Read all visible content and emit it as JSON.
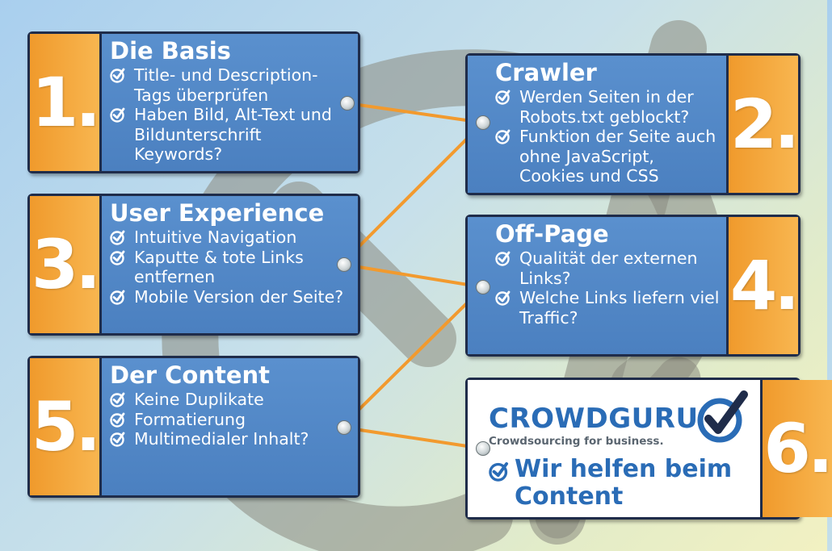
{
  "cards": [
    {
      "number": "1.",
      "title": "Die Basis",
      "items": [
        "Title- und Description-Tags überprüfen",
        "Haben Bild, Alt-Text und Bildunterschrift Keywords?"
      ]
    },
    {
      "number": "2.",
      "title": "Crawler",
      "items": [
        "Werden Seiten in der Robots.txt geblockt?",
        "Funktion der Seite auch ohne JavaScript, Cookies und CSS"
      ]
    },
    {
      "number": "3.",
      "title": "User Experience",
      "items": [
        "Intuitive Navigation",
        "Kaputte & tote Links entfernen",
        "Mobile Version der Seite?"
      ]
    },
    {
      "number": "4.",
      "title": "Off-Page",
      "items": [
        "Qualität der externen Links?",
        "Welche Links liefern viel Traffic?"
      ]
    },
    {
      "number": "5.",
      "title": "Der Content",
      "items": [
        "Keine Duplikate",
        "Formatierung",
        "Multimedialer Inhalt?"
      ]
    },
    {
      "number": "6.",
      "logo_word": "CROWDGURU",
      "logo_tagline": "Crowdsourcing for business.",
      "claim": "Wir helfen beim Content"
    }
  ],
  "colors": {
    "card_blue": "#4f86c6",
    "number_orange": "#f4a63b",
    "border_navy": "#1f2c4a",
    "connector_orange": "#f29a2e",
    "brand_blue": "#2a6cb6"
  },
  "icons": {
    "bullet": "checkmark-circle-icon",
    "logo": "crowdguru-checkmark-icon",
    "background": "at-sign-icon"
  }
}
